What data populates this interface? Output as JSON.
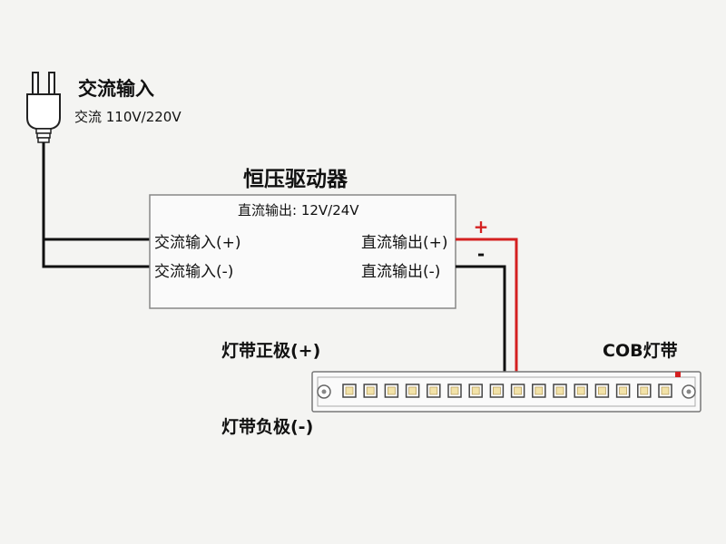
{
  "ac_input": {
    "title": "交流输入",
    "subtitle": "交流 110V/220V"
  },
  "driver": {
    "title": "恒压驱动器",
    "dc_output_label": "直流输出: 12V/24V",
    "ac_in_pos": "交流输入(+)",
    "ac_in_neg": "交流输入(-)",
    "dc_out_pos": "直流输出(+)",
    "dc_out_neg": "直流输出(-)"
  },
  "polarity": {
    "plus": "+",
    "minus": "-"
  },
  "strip": {
    "name": "COB灯带",
    "pos_label": "灯带正极(+)",
    "neg_label": "灯带负极(-)",
    "led_count": 16
  },
  "colors": {
    "positive_wire": "#d42020",
    "negative_wire": "#111111",
    "led": "#f2e2a8",
    "strip_body": "#fafafa"
  }
}
